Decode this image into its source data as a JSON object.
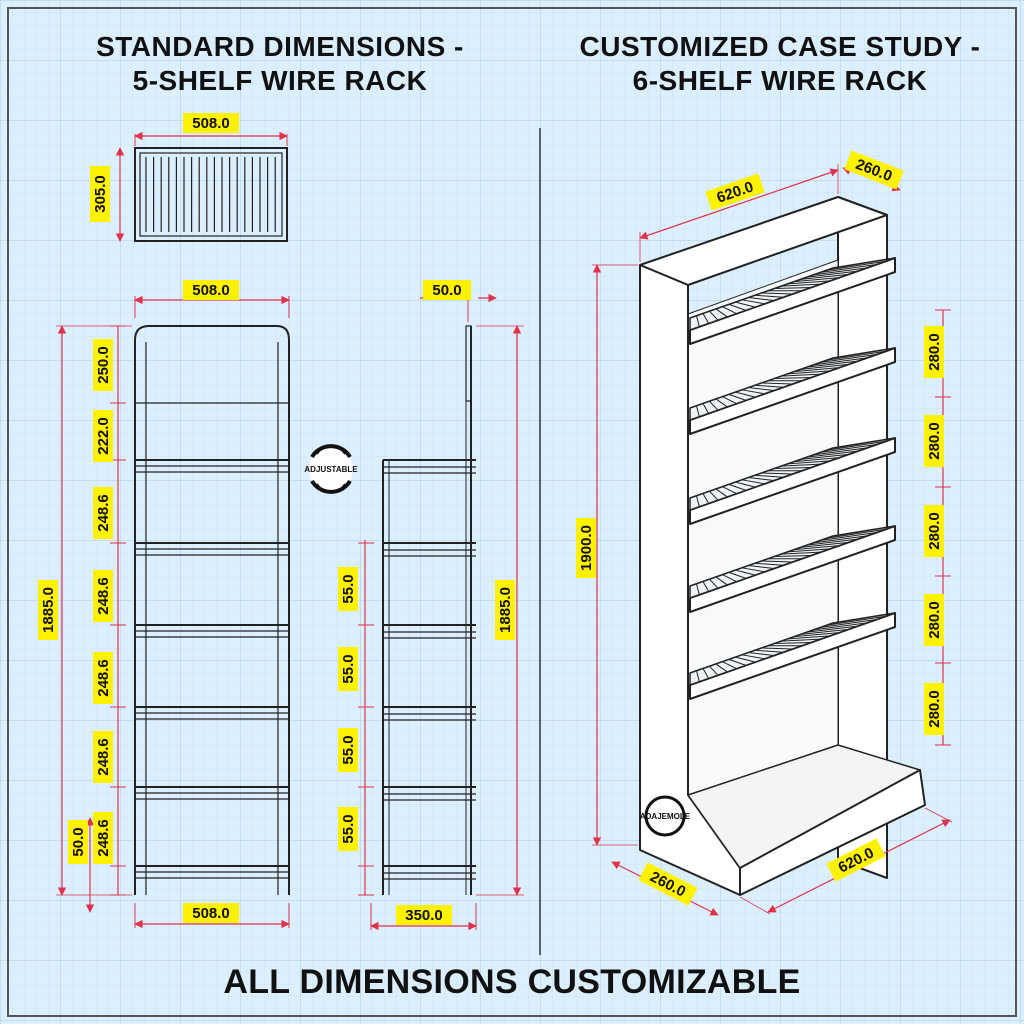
{
  "left_panel": {
    "title_line1": "STANDARD DIMENSIONS -",
    "title_line2": "5-SHELF WIRE RACK",
    "top_view": {
      "width": "508.0",
      "depth": "305.0"
    },
    "front_view": {
      "width_top": "508.0",
      "width_bottom": "508.0",
      "total_height": "1885.0",
      "header_height": "250.0",
      "gap_to_first_shelf": "222.0",
      "shelf_spacings": [
        "248.6",
        "248.6",
        "248.6",
        "248.6",
        "248.6"
      ],
      "base_height": "50.0"
    },
    "adjustable_badge": "ADJUSTABLE",
    "side_view": {
      "offset": "50.0",
      "total_height": "1885.0",
      "depth": "350.0",
      "shelf_heights": [
        "55.0",
        "55.0",
        "55.0",
        "55.0"
      ]
    }
  },
  "right_panel": {
    "title_line1": "CUSTOMIZED CASE STUDY -",
    "title_line2": "6-SHELF WIRE RACK",
    "width_top": "620.0",
    "depth_top": "260.0",
    "height": "1900.0",
    "shelf_spacings": [
      "280.0",
      "280.0",
      "280.0",
      "280.0",
      "280.0"
    ],
    "width_bottom": "620.0",
    "depth_bottom": "260.0",
    "badge": "ADAJEMOLE"
  },
  "footer": "ALL DIMENSIONS CUSTOMIZABLE",
  "colors": {
    "background": "#dcefff",
    "grid": "#b5d4ee",
    "dimension_line": "#e0324a",
    "label_fill": "#fff200",
    "drawing_line": "#222222"
  }
}
